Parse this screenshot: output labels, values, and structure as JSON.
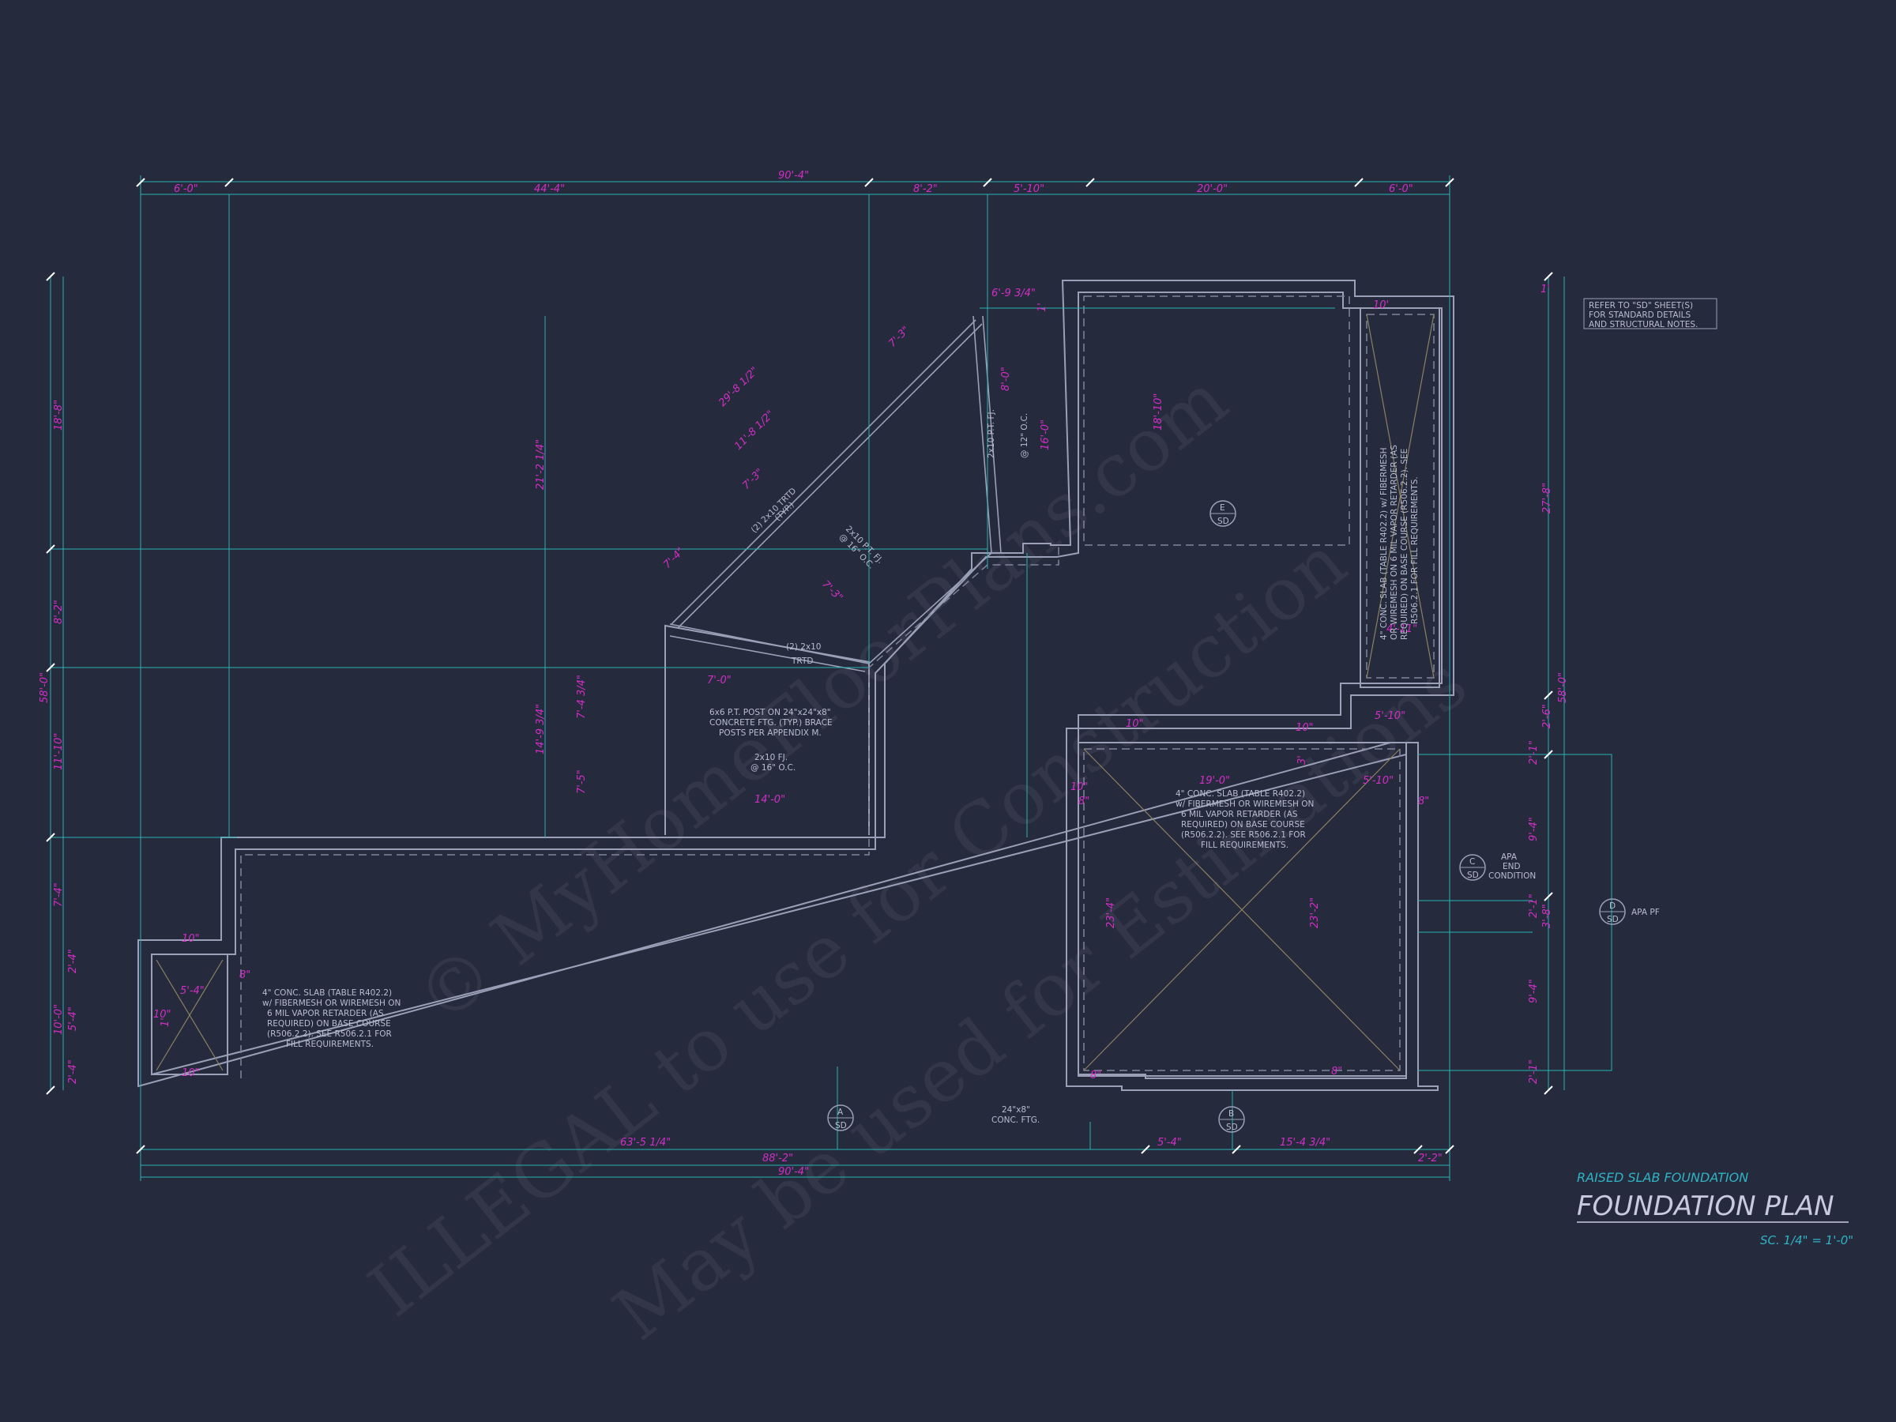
{
  "title_block": {
    "subtitle": "RAISED SLAB FOUNDATION",
    "title": "FOUNDATION PLAN",
    "scale": "SC. 1/4\" = 1'-0\""
  },
  "watermark": {
    "line1": "© MyHomeFloorPlans.com",
    "line2": "ILLEGAL to use for Construction",
    "line3": "May be used for Estimations"
  },
  "general_note": [
    "REFER TO \"SD\" SHEET(S)",
    "FOR STANDARD DETAILS",
    "AND STRUCTURAL NOTES."
  ],
  "dimensions": {
    "top_overall": "90'-4\"",
    "top_segments": [
      "6'-0\"",
      "44'-4\"",
      "8'-2\"",
      "5'-10\"",
      "20'-0\"",
      "6'-0\""
    ],
    "bottom_segments": [
      "63'-5 1/4\"",
      "5'-4\"",
      "15'-4 3/4\""
    ],
    "bottom_total_1": "88'-2\"",
    "bottom_total_2": "90'-4\"",
    "bottom_right": "2'-2\"",
    "left_overall": "58'-0\"",
    "left_segments": [
      "18'-8\"",
      "8'-2\"",
      "11'-10\"",
      "7'-4\"",
      "10'-0\""
    ],
    "left_small": [
      "2'-4\"",
      "5'-4\"",
      "2'-4\""
    ],
    "right_overall": "58'-0\"",
    "right_segments": [
      "27'-8\"",
      "2'-6\"",
      "9'-4\"",
      "3'-8\"",
      "9'-4\""
    ],
    "right_small": [
      "2'-1\"",
      "2'-1\"",
      "2'-1\""
    ],
    "right_top": "1'",
    "interior": {
      "diag_a": "29'-8 1/2\"",
      "diag_b": "11'-8 1/2\"",
      "diag_c": "7'-3\"",
      "diag_d": "7'-4\"",
      "diag_e": "7'-3\"",
      "diag_f": "7'-3\"",
      "v_left": "21'-2 1/4\"",
      "v_left2": "14'-9 3/4\"",
      "v_small": "7'-4 3/4\"",
      "v_small2": "7'-5\"",
      "h_7": "7'-0\"",
      "h_14": "14'-0\"",
      "top_small": "6'-9 3/4\"",
      "top_small2": "1'",
      "v_8": "8'-0\"",
      "v_16": "16'-0\"",
      "v_mid": "18'-10\"",
      "small_10": "10'",
      "w_4_11": "4'-11\"",
      "w_5_10": "5'-10\"",
      "g_19": "19'-0\"",
      "g_5_10": "5'-10\"",
      "g_23_4": "23'-4\"",
      "g_23_2": "23'-2\"",
      "g_8a": "8\"",
      "g_8b": "8\"",
      "g_8c": "8\"",
      "g_8d": "8\"",
      "g_10a": "10\"",
      "g_10b": "10\"",
      "g_10c": "10\"",
      "g_3": "3'",
      "p_5_4": "5'-4\"",
      "p_10a": "10\"",
      "p_10b": "10\"",
      "p_8": "8\"",
      "p_10c": "10\"",
      "p_1": "1'"
    }
  },
  "notes": {
    "slab_left": [
      "4\" CONC. SLAB (TABLE R402.2)",
      "w/ FIBERMESH OR WIREMESH ON",
      "6 MIL VAPOR RETARDER (AS",
      "REQUIRED) ON BASE COURSE",
      "(R506.2.2). SEE R506.2.1 FOR",
      "FILL REQUIREMENTS."
    ],
    "slab_garage": [
      "4\" CONC. SLAB (TABLE R402.2)",
      "w/ FIBERMESH OR WIREMESH ON",
      "6 MIL VAPOR RETARDER (AS",
      "REQUIRED) ON BASE COURSE",
      "(R506.2.2). SEE R506.2.1 FOR",
      "FILL REQUIREMENTS."
    ],
    "slab_right": [
      "4\" CONC. SLAB (TABLE R402.2) w/ FIBERMESH",
      "OR WIREMESH ON 6 MIL VAPOR RETARDER (AS",
      "REQUIRED) ON BASE COURSE (R506.2.2). SEE",
      "R506.2.1 FOR FILL REQUIREMENTS."
    ],
    "post": [
      "6x6 P.T. POST ON 24\"x24\"x8\"",
      "CONCRETE FTG. (TYP.) BRACE",
      "POSTS PER APPENDIX M."
    ],
    "joist_lower": [
      "2x10 FJ.",
      "@ 16\" O.C."
    ],
    "joist_upper": [
      "2x10 P.T. FJ.",
      "@ 16\" O.C."
    ],
    "joist_right": [
      "2x10 P.T. FJ.",
      "@ 12\" O.C."
    ],
    "beam_a": [
      "(2) 2x10 TRTD",
      "(TYP.)"
    ],
    "beam_b": [
      "(2) 2x10",
      "TRTD"
    ],
    "footing": [
      "24\"x8\"",
      "CONC. FTG."
    ],
    "apa_end": [
      "APA",
      "END",
      "CONDITION"
    ],
    "apa_pf": "APA PF"
  },
  "sections": [
    {
      "letter": "A",
      "sheet": "SD"
    },
    {
      "letter": "B",
      "sheet": "SD"
    },
    {
      "letter": "C",
      "sheet": "SD"
    },
    {
      "letter": "D",
      "sheet": "SD"
    },
    {
      "letter": "E",
      "sheet": "SD"
    }
  ]
}
